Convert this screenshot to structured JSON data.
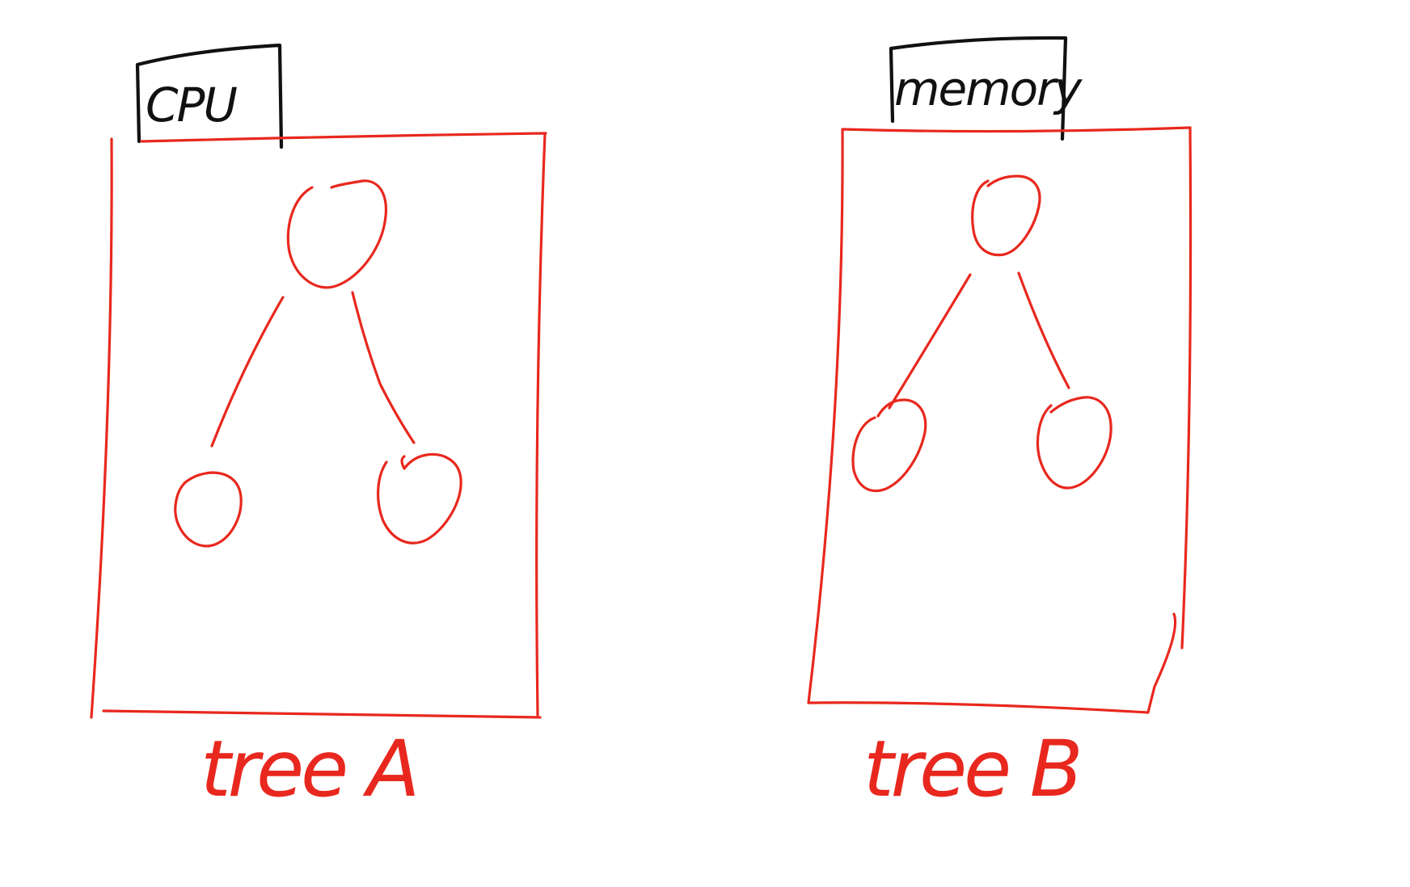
{
  "panels": [
    {
      "tab_label": "CPU",
      "caption": "tree A"
    },
    {
      "tab_label": "memory",
      "caption": "tree B"
    }
  ],
  "colors": {
    "ink_red": "#e8281e",
    "ink_black": "#111111",
    "background": "#ffffff"
  }
}
